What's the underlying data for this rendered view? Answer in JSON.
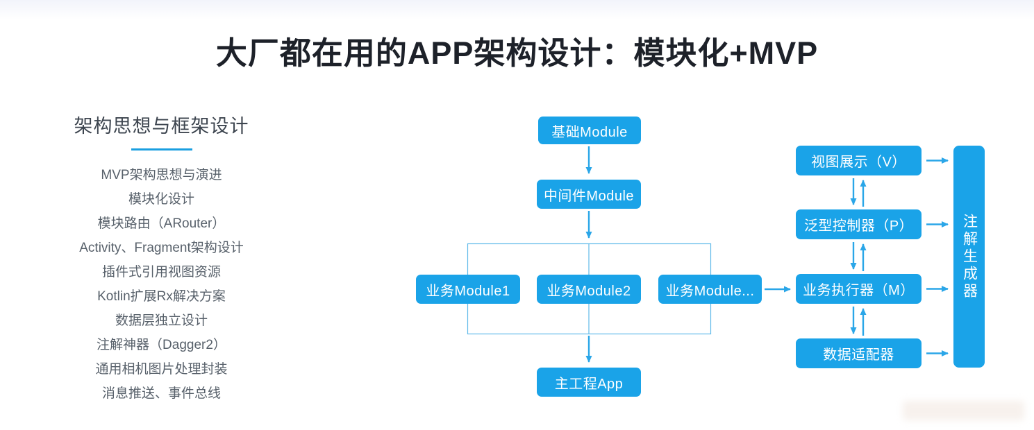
{
  "page": {
    "title": "大厂都在用的APP架构设计：模块化+MVP"
  },
  "sidebar": {
    "title": "架构思想与框架设计",
    "items": [
      {
        "label": "MVP架构思想与演进"
      },
      {
        "label": "模块化设计"
      },
      {
        "label": "模块路由（ARouter）"
      },
      {
        "label": "Activity、Fragment架构设计"
      },
      {
        "label": "插件式引用视图资源"
      },
      {
        "label": "Kotlin扩展Rx解决方案"
      },
      {
        "label": "数据层独立设计"
      },
      {
        "label": "注解神器（Dagger2）"
      },
      {
        "label": "通用相机图片处理封装"
      },
      {
        "label": "消息推送、事件总线"
      }
    ]
  },
  "diagram": {
    "module_flow": {
      "base": "基础Module",
      "middleware": "中间件Module",
      "biz1": "业务Module1",
      "biz2": "业务Module2",
      "biz_more": "业务Module...",
      "app": "主工程App"
    },
    "mvp_flow": {
      "view": "视图展示（V）",
      "presenter": "泛型控制器（P）",
      "model": "业务执行器（M）",
      "adapter": "数据适配器",
      "annotation_generator": "注解生成器"
    }
  },
  "colors": {
    "box_blue": "#1aa3e8",
    "arrow_blue": "#2aa6e8",
    "group_border_blue": "#5fb9e9",
    "underline_blue": "#1a9fe0",
    "title_dark": "#1d2129",
    "sidebar_title_gray": "#3d454f",
    "sidebar_item_gray": "#57606a"
  }
}
